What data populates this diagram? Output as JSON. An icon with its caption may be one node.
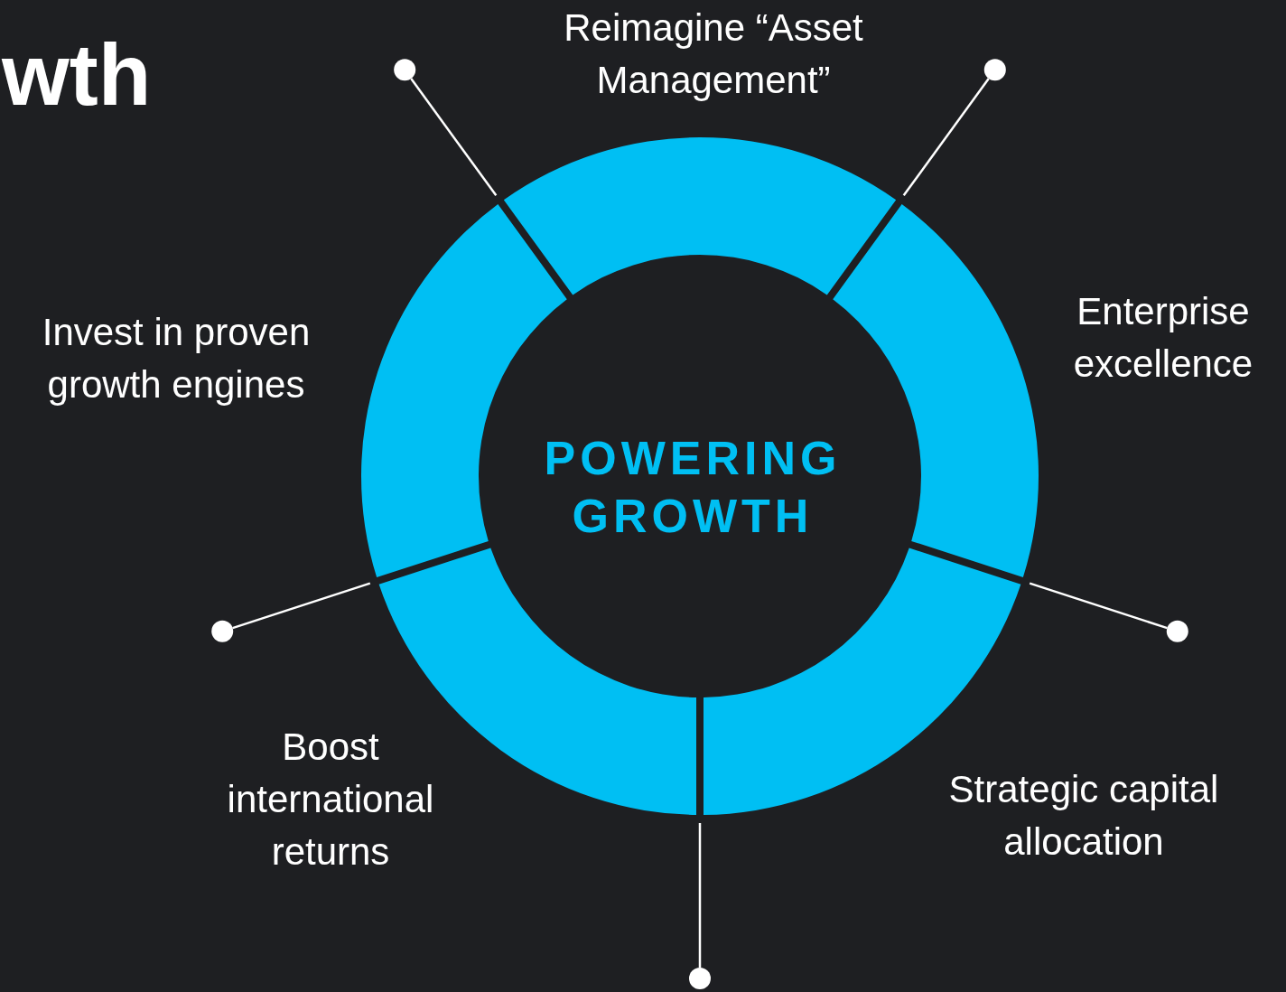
{
  "diagram": {
    "nodes": [
      {
        "text": [],
        "shape": "arc",
        "beside": [
          "Reimagine “Asset Management”"
        ]
      },
      {
        "text": [],
        "shape": "arc",
        "beside": [
          "Enterprise excellence"
        ]
      },
      {
        "text": [],
        "shape": "arc",
        "beside": [
          "Strategic capital allocation"
        ]
      },
      {
        "text": [],
        "shape": "arc",
        "beside": [
          "Boost international returns"
        ]
      },
      {
        "text": [],
        "shape": "arc",
        "beside": [
          "Invest in proven growth engines"
        ]
      },
      {
        "text": [
          "POWERING GROWTH"
        ]
      },
      {
        "text": [],
        "shape": "circle"
      },
      {
        "text": [],
        "shape": "circle"
      },
      {
        "text": [],
        "shape": "circle"
      },
      {
        "text": [],
        "shape": "circle"
      },
      {
        "text": [],
        "shape": "circle"
      }
    ],
    "edges": [
      {
        "from": 0,
        "to": 6,
        "arrow": "none"
      },
      {
        "from": 0,
        "to": 7,
        "arrow": "none"
      },
      {
        "from": 1,
        "to": 8,
        "arrow": "none"
      },
      {
        "from": 3,
        "to": 9,
        "arrow": "none"
      },
      {
        "from": 4,
        "to": 10,
        "arrow": "none"
      }
    ],
    "labels": [
      "wth"
    ]
  }
}
